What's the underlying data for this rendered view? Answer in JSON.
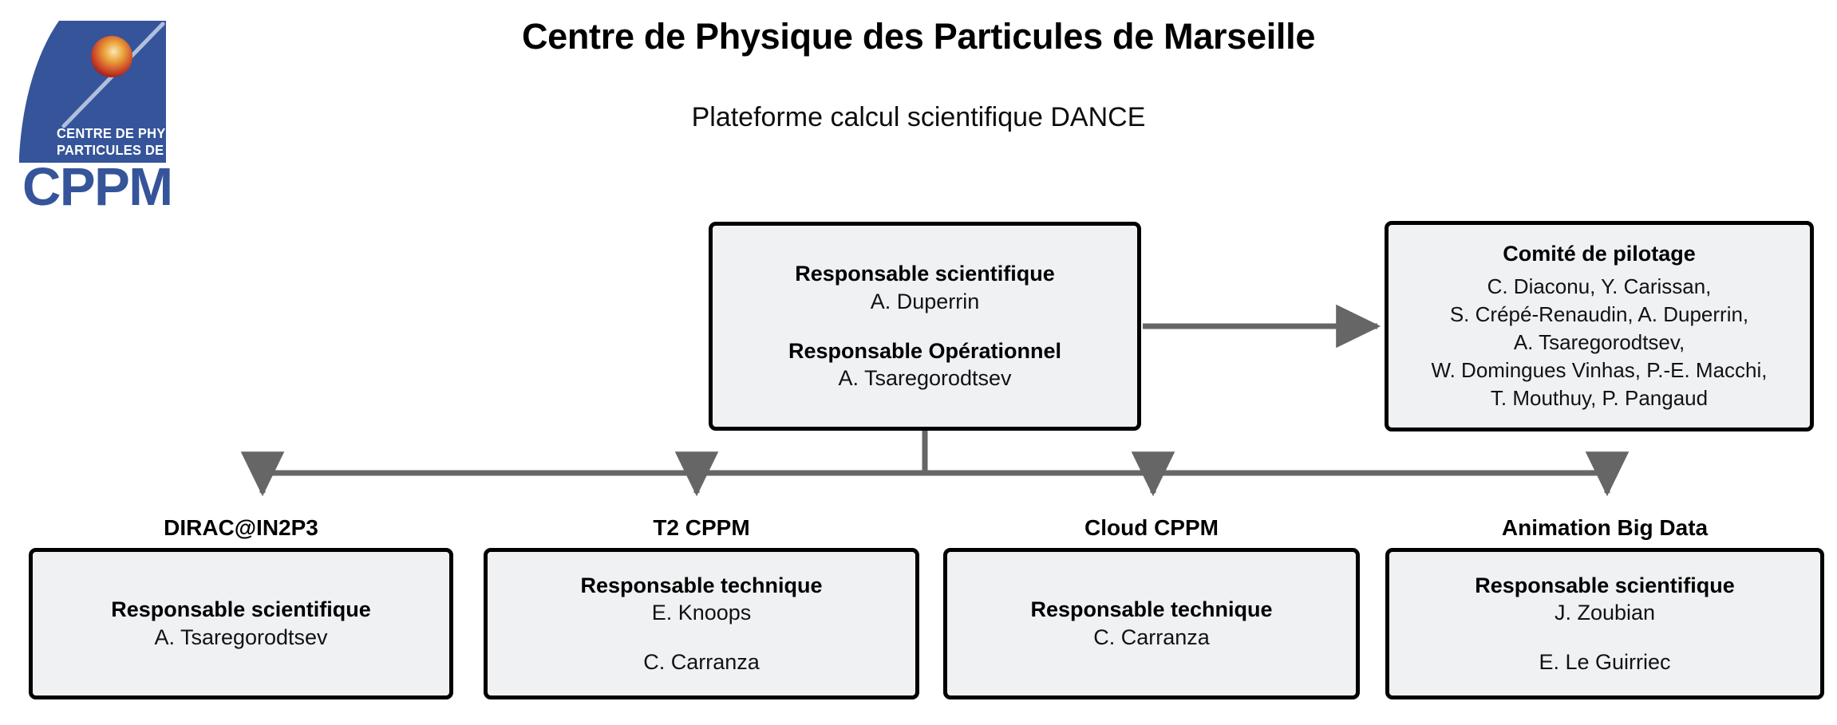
{
  "logo": {
    "alt_name": "cppm-logo",
    "line1": "CENTRE DE PHYSIQUE DES",
    "line2": "PARTICULES DE MARSEILLE",
    "wordmark": "CPPM",
    "colors": {
      "blue": "#35549a",
      "sphere_outer": "#c0392b",
      "sphere_inner": "#e8a33d",
      "text_white": "#ffffff"
    }
  },
  "header": {
    "title": "Centre de Physique des Particules de Marseille",
    "subtitle": "Plateforme calcul scientifique DANCE"
  },
  "central": {
    "role1": "Responsable scientifique",
    "person1": "A. Duperrin",
    "role2": "Responsable Opérationnel",
    "person2": "A. Tsaregorodtsev"
  },
  "committee": {
    "title": "Comité de pilotage",
    "members_lines": [
      "C. Diaconu, Y. Carissan,",
      "S. Crépé-Renaudin, A. Duperrin,",
      "A. Tsaregorodtsev,",
      "W. Domingues Vinhas, P.-E. Macchi,",
      "T. Mouthuy, P. Pangaud"
    ]
  },
  "units": [
    {
      "label": "DIRAC@IN2P3",
      "role": "Responsable scientifique",
      "person": "A. Tsaregorodtsev",
      "extra": ""
    },
    {
      "label": "T2 CPPM",
      "role": "Responsable technique",
      "person": "E. Knoops",
      "extra": "C. Carranza"
    },
    {
      "label": "Cloud CPPM",
      "role": "Responsable technique",
      "person": "C. Carranza",
      "extra": ""
    },
    {
      "label": "Animation Big Data",
      "role": "Responsable scientifique",
      "person": "J. Zoubian",
      "extra": "E. Le Guirriec"
    }
  ],
  "connectors": {
    "line_color": "#666666",
    "line_width": 7,
    "box_border_color": "#000000",
    "box_fill_color": "#eff1f3"
  }
}
